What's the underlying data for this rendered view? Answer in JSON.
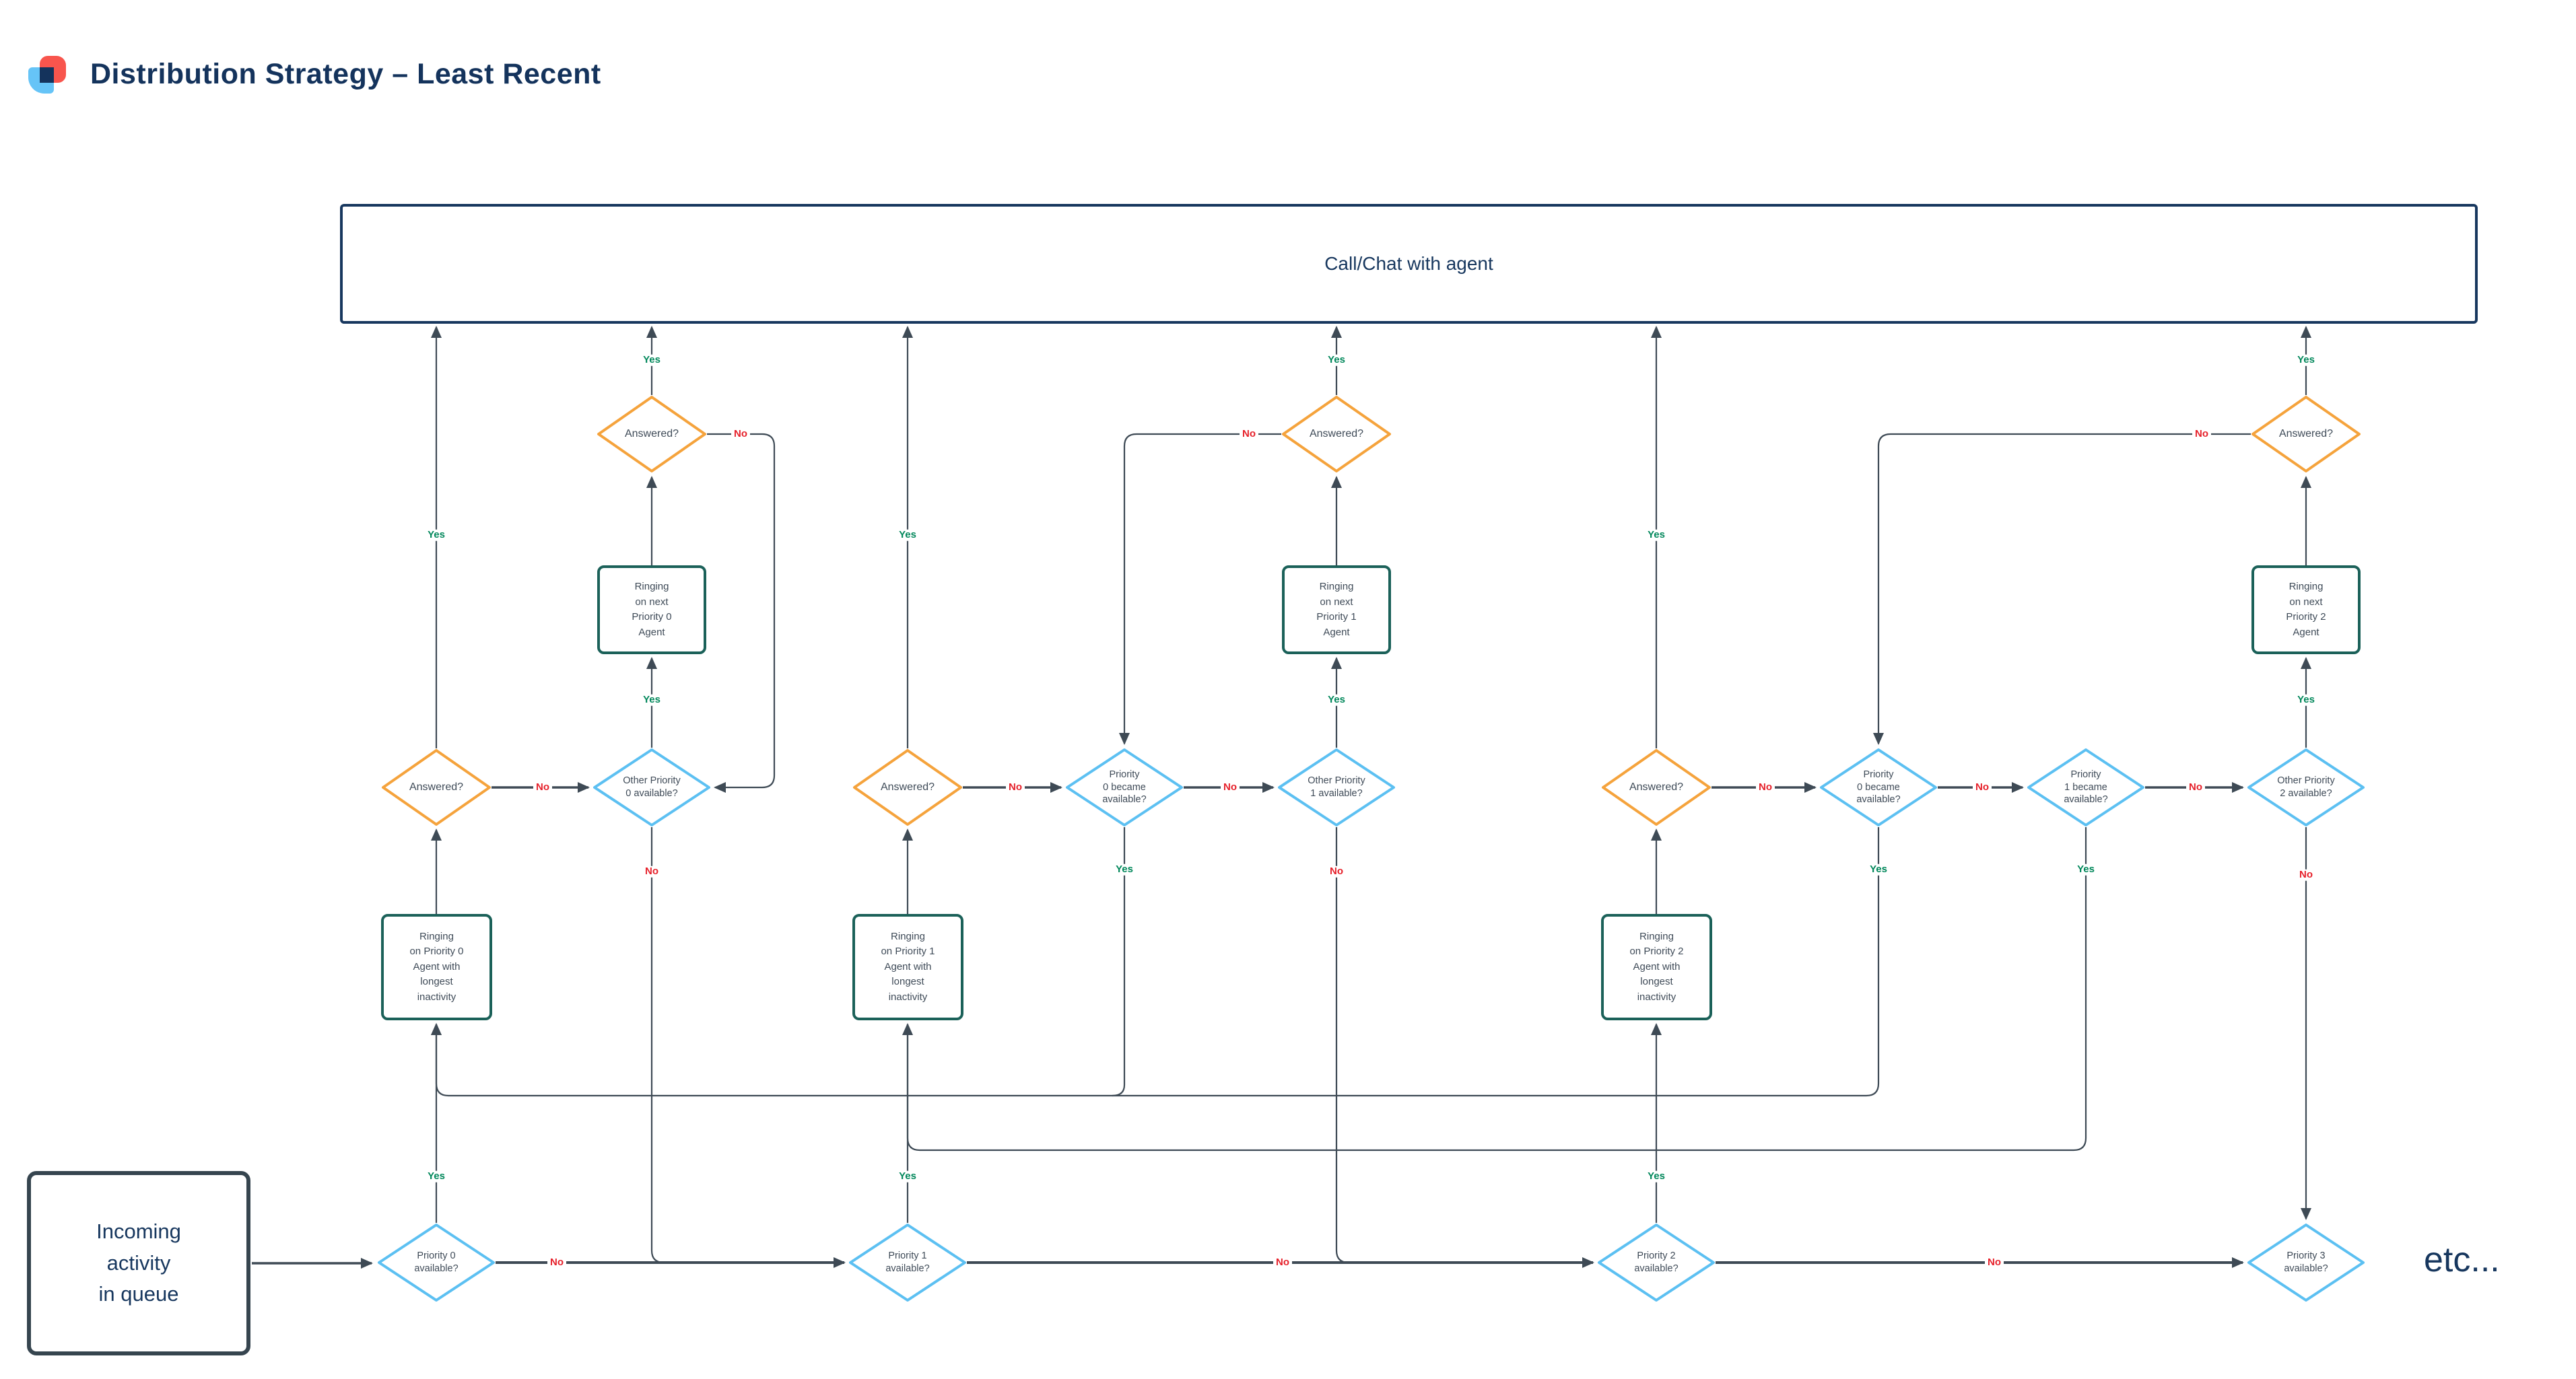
{
  "title": "Distribution Strategy – Least Recent",
  "labels": {
    "yes": "Yes",
    "no": "No"
  },
  "diagram": {
    "call_chat": "Call/Chat with agent",
    "incoming": "Incoming\nactivity\nin queue",
    "etc": "etc...",
    "answered": "Answered?",
    "ringing_next": {
      "p0": "Ringing\non next\nPriority 0\nAgent",
      "p1": "Ringing\non next\nPriority 1\nAgent",
      "p2": "Ringing\non next\nPriority 2\nAgent"
    },
    "ringing_longest": {
      "p0": "Ringing\non Priority 0\nAgent with\nlongest\ninactivity",
      "p1": "Ringing\non Priority 1\nAgent with\nlongest\ninactivity",
      "p2": "Ringing\non Priority 2\nAgent with\nlongest\ninactivity"
    },
    "other_available": {
      "p0": "Other Priority\n0 available?",
      "p1": "Other Priority\n1 available?",
      "p2": "Other Priority\n2 available?"
    },
    "became_available": {
      "p0": "Priority\n0 became\navailable?",
      "p1": "Priority\n1 became\navailable?"
    },
    "available": {
      "p0": "Priority 0\navailable?",
      "p1": "Priority 1\navailable?",
      "p2": "Priority 2\navailable?",
      "p3": "Priority 3\navailable?"
    }
  },
  "colors": {
    "title_navy": "#14335C",
    "node_navy": "#17375E",
    "wire": "#3E4A55",
    "yes_green": "#00875A",
    "no_red": "#E6202A",
    "question_diamond_orange": "#F5A33C",
    "availability_diamond_blue": "#5CC0F2",
    "process_teal": "#1B6159",
    "incoming_slate": "#36454F",
    "logo_red": "#F8554D",
    "logo_blue": "#66C4F7",
    "text_gray": "#3F4B58"
  }
}
